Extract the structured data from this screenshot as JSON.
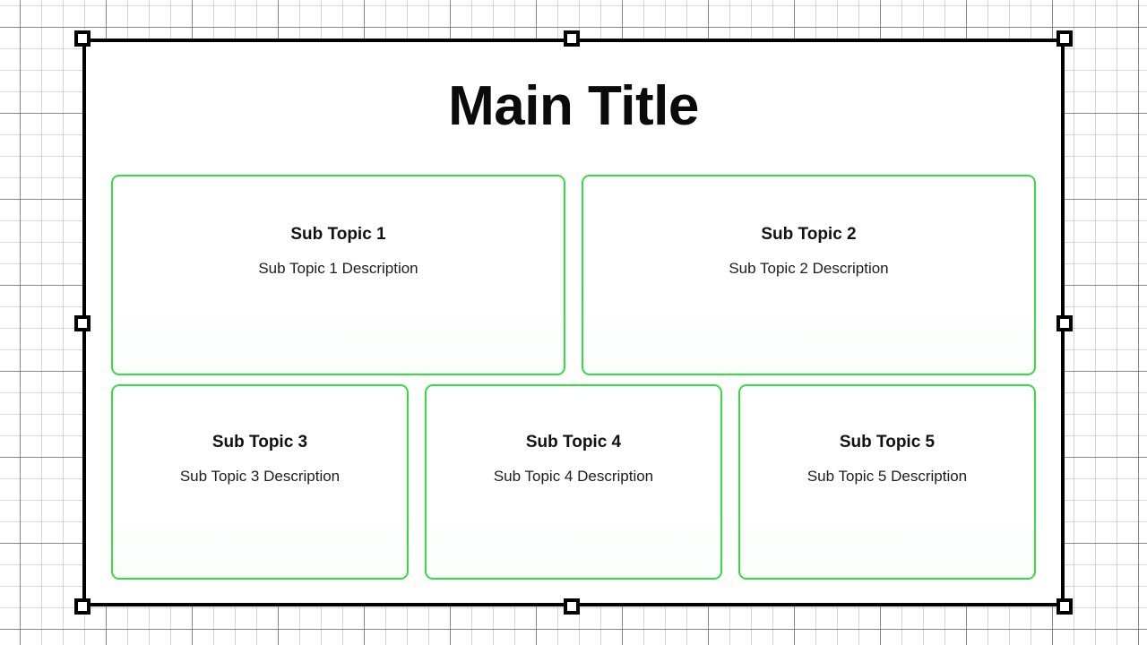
{
  "slide": {
    "title": "Main Title",
    "accent_color": "#33dd44",
    "frame_color": "#000000",
    "background_color": "#ffffff"
  },
  "canvas": {
    "grid_color": "#5a5a5a",
    "grid_minor_color": "#969696",
    "background_color": "#ffffff"
  },
  "rows": {
    "top": [
      {
        "title": "Sub Topic 1",
        "description": "Sub Topic 1 Description"
      },
      {
        "title": "Sub Topic 2",
        "description": "Sub Topic 2 Description"
      }
    ],
    "bottom": [
      {
        "title": "Sub Topic 3",
        "description": "Sub Topic 3 Description"
      },
      {
        "title": "Sub Topic 4",
        "description": "Sub Topic 4 Description"
      },
      {
        "title": "Sub Topic 5",
        "description": "Sub Topic 5 Description"
      }
    ]
  },
  "selection": {
    "handles": [
      "resize-handle-nw",
      "resize-handle-n",
      "resize-handle-ne",
      "resize-handle-w",
      "resize-handle-e",
      "resize-handle-sw",
      "resize-handle-s",
      "resize-handle-se"
    ]
  }
}
